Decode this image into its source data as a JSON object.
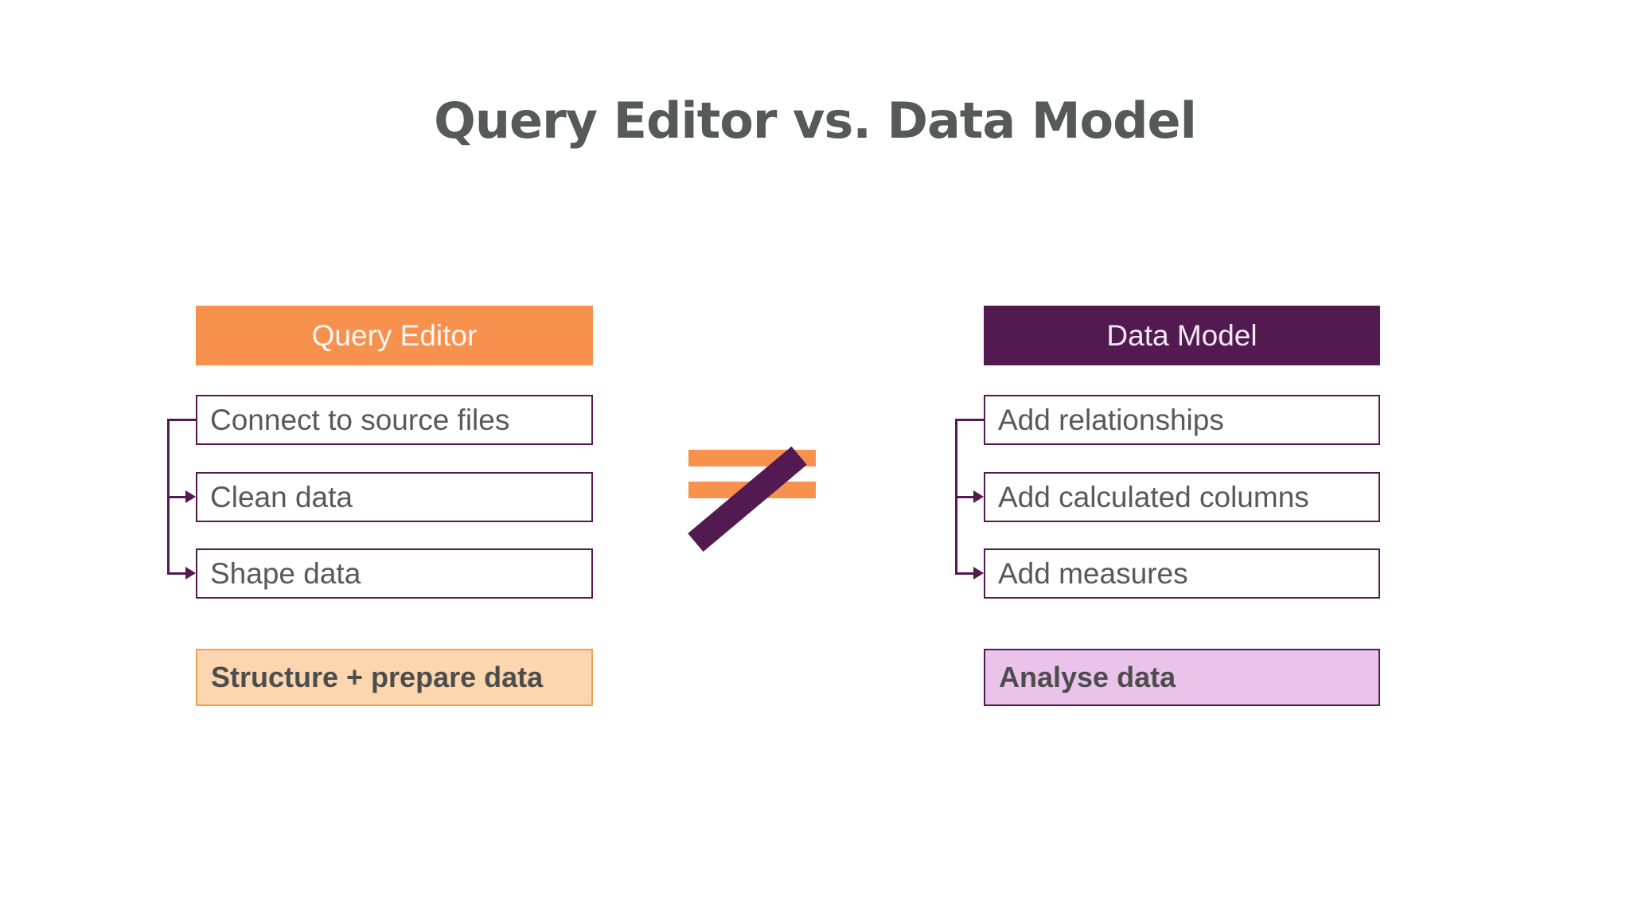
{
  "title": "Query Editor vs. Data Model",
  "left_panel": {
    "header": "Query Editor",
    "steps": [
      "Connect to source files",
      "Clean data",
      "Shape data"
    ],
    "summary": "Structure + prepare data"
  },
  "right_panel": {
    "header": "Data Model",
    "steps": [
      "Add relationships",
      "Add calculated columns",
      "Add measures"
    ],
    "summary": "Analyse data"
  },
  "comparison_symbol": "not-equal",
  "colors": {
    "accent_orange": "#F7914D",
    "accent_orange_light": "#FBD6AE",
    "accent_purple": "#531A52",
    "accent_purple_light": "#EAC3EB",
    "title_text": "#57585A",
    "body_text": "#595959",
    "summary_text": "#4D4D4D"
  }
}
